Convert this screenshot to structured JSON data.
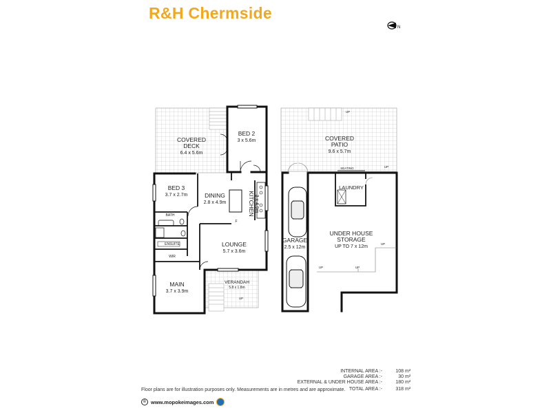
{
  "header": {
    "title": "R&H Chermside"
  },
  "compass": {
    "icon": "north-arrow-icon",
    "letter": "N"
  },
  "colors": {
    "title": "#f2a81d",
    "walls": "#111111",
    "hatch": "#aaaaaa"
  },
  "rooms": {
    "covered_deck": {
      "name": "COVERED\nDECK",
      "name_l1": "COVERED",
      "name_l2": "DECK",
      "size": "6.4 x 5.6m"
    },
    "bed2": {
      "name": "BED 2",
      "size": "3 x 5.6m"
    },
    "bed3": {
      "name": "BED 3",
      "size": "3.7 x 2.7m"
    },
    "dining": {
      "name": "DINING",
      "size": "2.8 x 4.9m"
    },
    "kitchen": {
      "name": "KITCHEN",
      "size": "3 x 4.9m"
    },
    "bath": {
      "name": "BATH"
    },
    "ensuite": {
      "name": "ENSUITE"
    },
    "wir": {
      "name": "WIR"
    },
    "lounge": {
      "name": "LOUNGE",
      "size": "5.7 x 3.6m"
    },
    "main": {
      "name": "MAIN",
      "size": "3.7 x 3.9m"
    },
    "verandah": {
      "name": "VERANDAH",
      "size": "5.8 x 1.8m"
    },
    "covered_patio": {
      "name_l1": "COVERED",
      "name_l2": "PATIO",
      "size": "9.6 x 5.7m"
    },
    "laundry": {
      "name": "LAUNDRY"
    },
    "garage": {
      "name": "GARAGE",
      "size": "2.5 x 12m"
    },
    "storage": {
      "name_l1": "UNDER HOUSE",
      "name_l2": "STORAGE",
      "size": "UP TO 7 x 12m"
    }
  },
  "markers": {
    "up": "UP",
    "fridge": "F",
    "seating": "SEATING"
  },
  "areas": [
    {
      "name": "INTERNAL AREA  :-",
      "value": "108",
      "unit": "m²"
    },
    {
      "name": "GARAGE AREA  :-",
      "value": "30",
      "unit": "m²"
    },
    {
      "name": "EXTERNAL & UNDER HOUSE AREA  :-",
      "value": "180",
      "unit": "m²"
    },
    {
      "name": "TOTAL AREA  :-",
      "value": "318",
      "unit": "m²"
    }
  ],
  "footer": {
    "disclaimer": "Floor plans are for illustration purposes only. Measurements are in metres and are approximate.",
    "copyright": "©",
    "website": "www.mopokeimages.com"
  }
}
